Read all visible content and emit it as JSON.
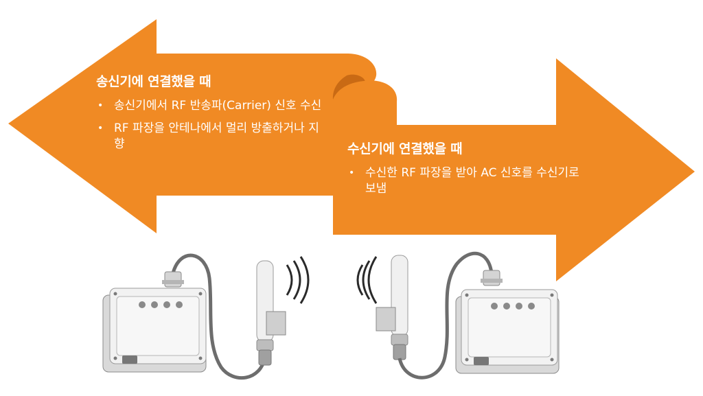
{
  "colors": {
    "arrow_orange": "#f08a24",
    "arrow_dark": "#c96a14",
    "device_body": "#f2f2f2",
    "device_edge": "#9a9a9a",
    "cable": "#6d6d6d",
    "wave": "#2a2a2a"
  },
  "left_panel": {
    "title": "송신기에 연결했을 때",
    "bullets": [
      "송신기에서 RF 반송파(Carrier) 신호 수신",
      "RF 파장을 안테나에서 멀리 방출하거나 지향"
    ]
  },
  "right_panel": {
    "title": "수신기에 연결했을 때",
    "bullets": [
      "수신한 RF 파장을 받아 AC 신호를 수신기로 보냄"
    ]
  },
  "icons": {
    "left_device": "rfid-reader-icon",
    "right_device": "rfid-reader-icon",
    "left_antenna": "antenna-icon",
    "right_antenna": "antenna-icon",
    "left_waves": "radio-waves-outgoing-icon",
    "right_waves": "radio-waves-incoming-icon"
  }
}
